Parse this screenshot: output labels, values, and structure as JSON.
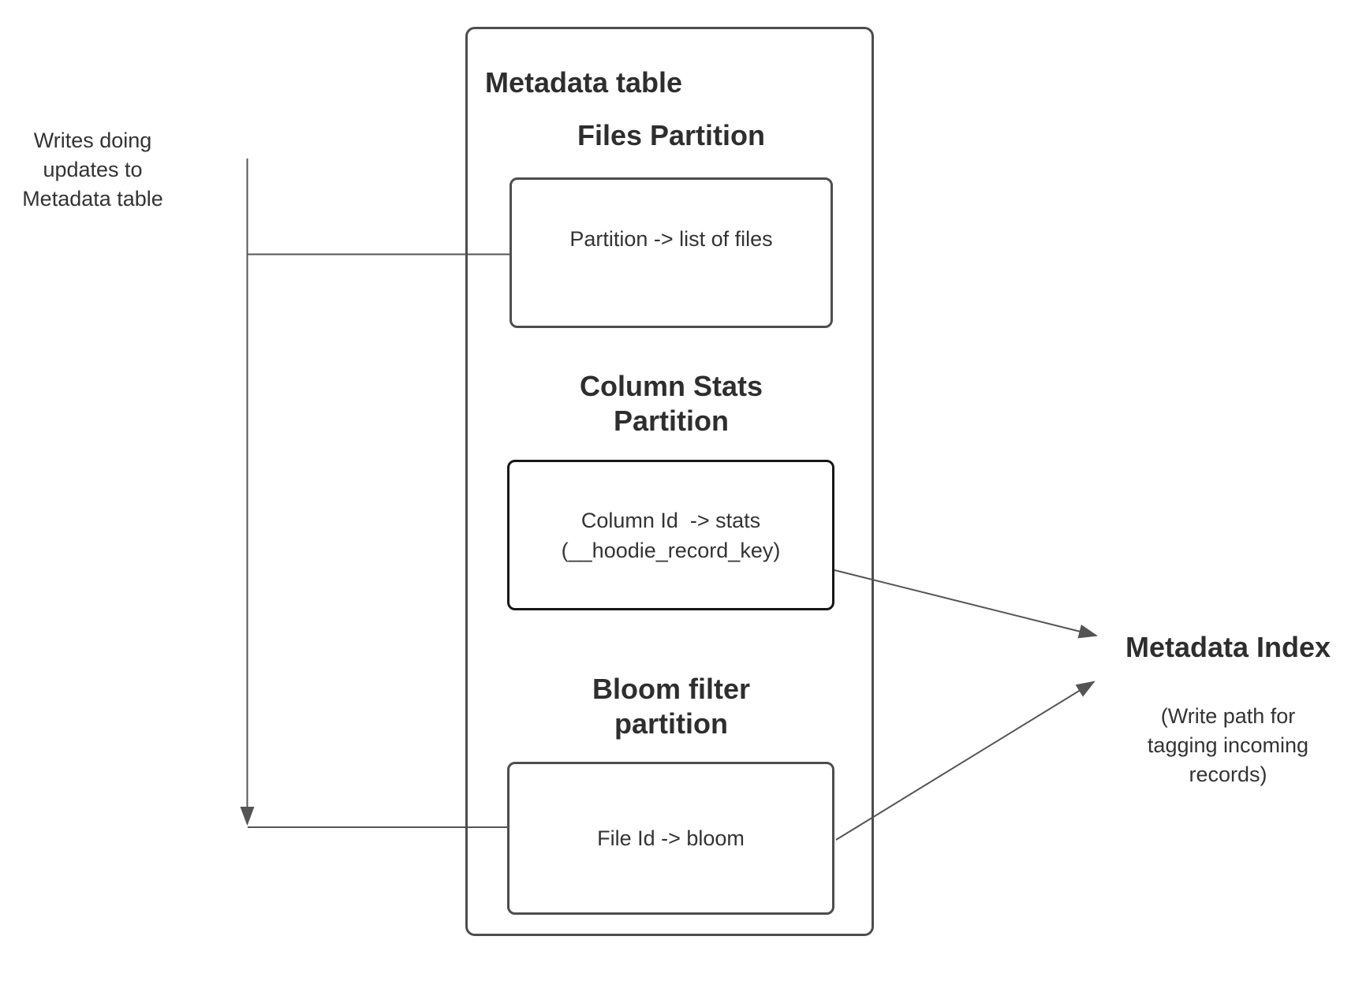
{
  "colors": {
    "background": "#ffffff",
    "box_border": "#4d4d4d",
    "box_border_dark": "#171717",
    "text": "#333333",
    "heading_text": "#2e2e2e",
    "connector": "#545454"
  },
  "writes_label": {
    "lines": [
      "Writes doing",
      "updates to",
      "Metadata table"
    ]
  },
  "metadata_table": {
    "title": "Metadata table",
    "files_partition": {
      "heading": "Files Partition",
      "box_text": "Partition -> list of files"
    },
    "column_stats_partition": {
      "heading_lines": [
        "Column Stats",
        "Partition"
      ],
      "box_lines": [
        "Column Id  -> stats",
        "(__hoodie_record_key)"
      ]
    },
    "bloom_filter_partition": {
      "heading_lines": [
        "Bloom filter",
        "partition"
      ],
      "box_text": "File Id -> bloom"
    }
  },
  "metadata_index": {
    "title": "Metadata Index",
    "subtitle_lines": [
      "(Write path for",
      "tagging incoming",
      "records)"
    ]
  }
}
